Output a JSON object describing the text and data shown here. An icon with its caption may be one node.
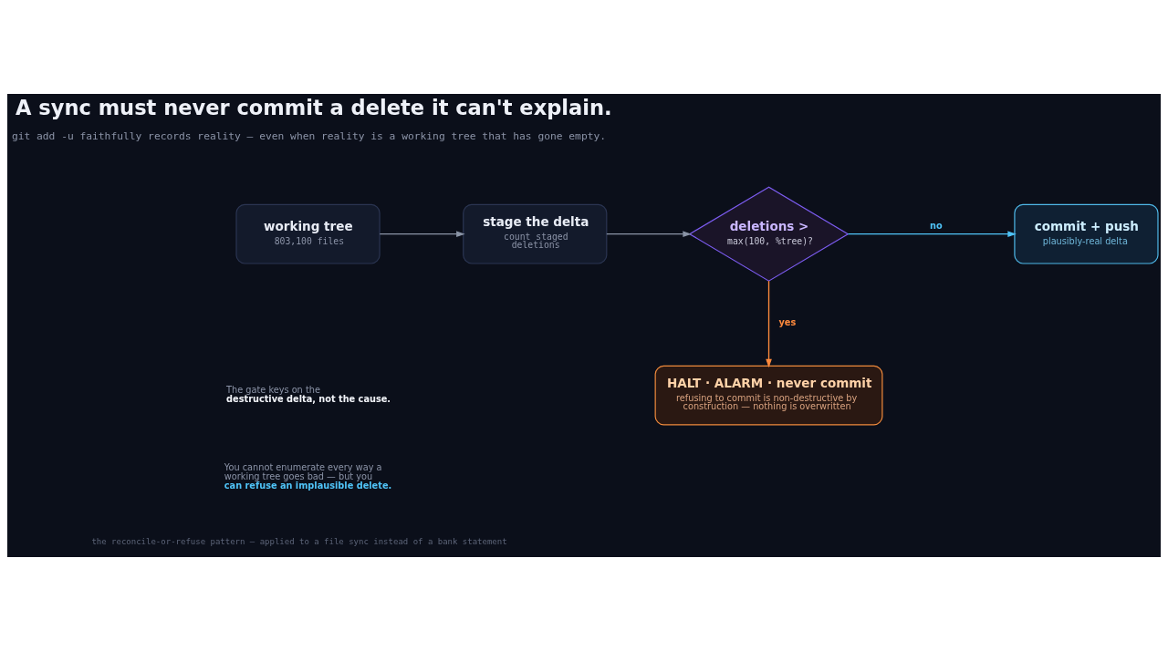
{
  "diagram": {
    "title": "A sync must never commit a delete it can't explain.",
    "caption": "the reconcile-or-refuse pattern — applied to a file sync instead of a bank statement",
    "nodes": [
      {
        "text": [
          "working tree",
          "803,100 files"
        ]
      },
      {
        "text": [
          "stage the delta",
          "count staged deletions"
        ]
      },
      {
        "text": [
          "deletions >",
          "max(100, %tree)?"
        ]
      },
      {
        "text": [
          "commit + push",
          "plausibly-real delta"
        ]
      },
      {
        "text": [
          "HALT · ALARM · never commit",
          "refusing to commit is non-destructive by construction — nothing is overwritten"
        ]
      }
    ],
    "edges": [
      {
        "from": 0,
        "to": 1,
        "arrow": "to"
      },
      {
        "from": 1,
        "to": 2,
        "arrow": "to"
      },
      {
        "from": 2,
        "to": 3,
        "arrow": "to",
        "label": "no",
        "color": "#4fc3f7"
      },
      {
        "from": 2,
        "to": 4,
        "arrow": "to",
        "label": "yes",
        "color": "#ff8a3d"
      }
    ],
    "labels": [
      "git add -u faithfully records reality — even when reality is a working tree that has gone empty.",
      "The gate keys on the **destructive delta, not the cause.**",
      "You cannot enumerate every way a working tree goes bad — but you **can refuse an implausible delete.**"
    ]
  }
}
